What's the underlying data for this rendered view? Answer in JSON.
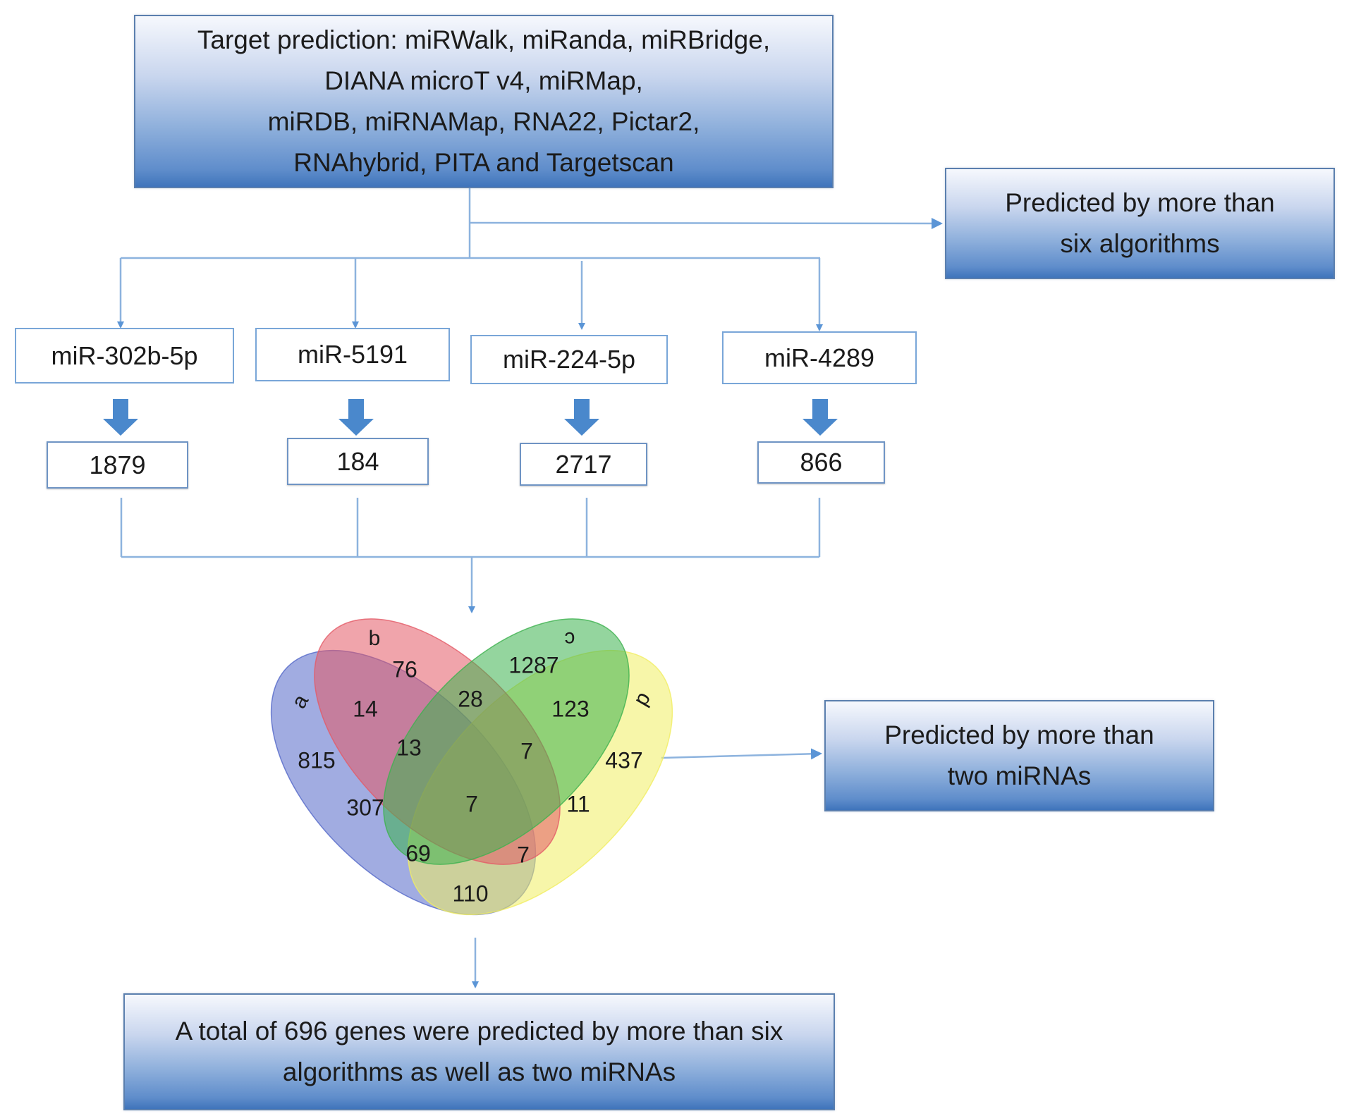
{
  "top_box": {
    "lines": [
      "Target prediction: miRWalk, miRanda, miRBridge,",
      "DIANA microT v4, miRMap,",
      "miRDB, miRNAMap, RNA22, Pictar2,",
      "RNAhybrid, PITA and Targetscan"
    ]
  },
  "side_box_algorithms": {
    "lines": [
      "Predicted by more than",
      "six algorithms"
    ]
  },
  "mirnas": [
    {
      "name": "miR-302b-5p",
      "count": "1879"
    },
    {
      "name": "miR-5191",
      "count": "184"
    },
    {
      "name": "miR-224-5p",
      "count": "2717"
    },
    {
      "name": "miR-4289",
      "count": "866"
    }
  ],
  "side_box_mirnas": {
    "lines": [
      "Predicted by more than",
      "two miRNAs"
    ]
  },
  "bottom_box": {
    "lines": [
      "A total of 696 genes were predicted by more than six",
      "algorithms as well as two miRNAs"
    ]
  },
  "colors": {
    "connector": "#7aa7d9",
    "thick_arrow": "#4a88cc",
    "set_a": "#5468c8",
    "set_b": "#e35a66",
    "set_c": "#3db24f",
    "set_d": "#f1ee62"
  },
  "chart_data": {
    "type": "venn",
    "title": "",
    "sets": [
      {
        "label": "a",
        "name": "miR-302b-5p"
      },
      {
        "label": "b",
        "name": "miR-5191"
      },
      {
        "label": "c",
        "name": "miR-224-5p"
      },
      {
        "label": "d",
        "name": "miR-4289"
      }
    ],
    "regions": [
      {
        "sets": [
          "a"
        ],
        "value": 815
      },
      {
        "sets": [
          "b"
        ],
        "value": 76
      },
      {
        "sets": [
          "c"
        ],
        "value": 1287
      },
      {
        "sets": [
          "d"
        ],
        "value": 437
      },
      {
        "sets": [
          "a",
          "b"
        ],
        "value": 14
      },
      {
        "sets": [
          "b",
          "c"
        ],
        "value": 28
      },
      {
        "sets": [
          "c",
          "d"
        ],
        "value": 123
      },
      {
        "sets": [
          "a",
          "b",
          "c"
        ],
        "value": 13
      },
      {
        "sets": [
          "b",
          "c",
          "d"
        ],
        "value": 7
      },
      {
        "sets": [
          "a",
          "c"
        ],
        "value": 307
      },
      {
        "sets": [
          "a",
          "b",
          "c",
          "d"
        ],
        "value": 7
      },
      {
        "sets": [
          "b",
          "d"
        ],
        "value": 11
      },
      {
        "sets": [
          "a",
          "c",
          "d"
        ],
        "value": 69
      },
      {
        "sets": [
          "a",
          "b",
          "d"
        ],
        "value": 7
      },
      {
        "sets": [
          "a",
          "d"
        ],
        "value": 110
      }
    ]
  }
}
